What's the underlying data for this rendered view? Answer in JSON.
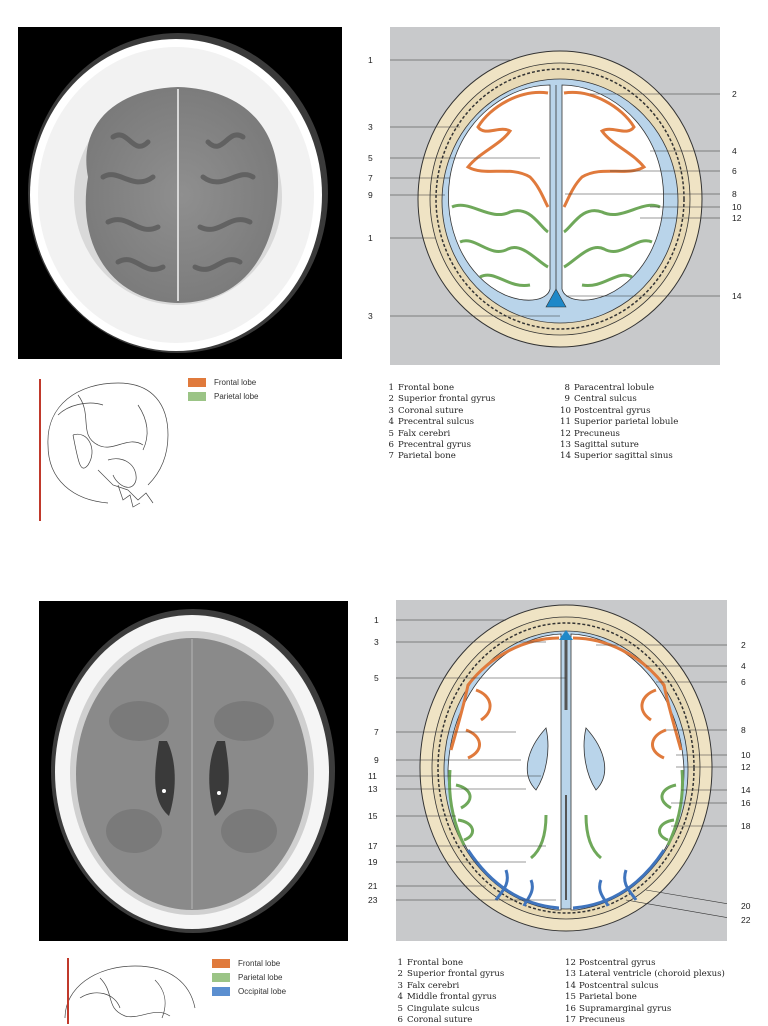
{
  "panel1": {
    "legend": [
      {
        "label": "Frontal lobe",
        "color": "#e07a3c"
      },
      {
        "label": "Parietal lobe",
        "color": "#9bc486"
      }
    ],
    "left_numbers": [
      "1",
      "3",
      "5",
      "7",
      "9",
      "1",
      "3"
    ],
    "right_numbers": [
      "2",
      "4",
      "6",
      "8",
      "10",
      "12",
      "14"
    ],
    "labels_col1": [
      {
        "n": "1",
        "t": "Frontal bone"
      },
      {
        "n": "2",
        "t": "Superior frontal gyrus"
      },
      {
        "n": "3",
        "t": "Coronal suture"
      },
      {
        "n": "4",
        "t": "Precentral sulcus"
      },
      {
        "n": "5",
        "t": "Falx cerebri"
      },
      {
        "n": "6",
        "t": "Precentral gyrus"
      },
      {
        "n": "7",
        "t": "Parietal bone"
      }
    ],
    "labels_col2": [
      {
        "n": "8",
        "t": "Paracentral lobule"
      },
      {
        "n": "9",
        "t": "Central sulcus"
      },
      {
        "n": "10",
        "t": "Postcentral gyrus"
      },
      {
        "n": "11",
        "t": "Superior parietal lobule"
      },
      {
        "n": "12",
        "t": "Precuneus"
      },
      {
        "n": "13",
        "t": "Sagittal suture"
      },
      {
        "n": "14",
        "t": "Superior sagittal sinus"
      }
    ]
  },
  "panel2": {
    "legend": [
      {
        "label": "Frontal lobe",
        "color": "#e07a3c"
      },
      {
        "label": "Parietal lobe",
        "color": "#9bc486"
      },
      {
        "label": "Occipital lobe",
        "color": "#5b8fd0"
      }
    ],
    "left_numbers": [
      "1",
      "3",
      "5",
      "7",
      "9",
      "11",
      "13",
      "15",
      "17",
      "19",
      "21",
      "23"
    ],
    "right_numbers": [
      "2",
      "4",
      "6",
      "8",
      "10",
      "12",
      "14",
      "16",
      "18",
      "20",
      "22"
    ],
    "labels_col1": [
      {
        "n": "1",
        "t": "Frontal bone"
      },
      {
        "n": "2",
        "t": "Superior frontal gyrus"
      },
      {
        "n": "3",
        "t": "Falx cerebri"
      },
      {
        "n": "4",
        "t": "Middle frontal gyrus"
      },
      {
        "n": "5",
        "t": "Cingulate sulcus"
      },
      {
        "n": "6",
        "t": "Coronal suture"
      }
    ],
    "labels_col2": [
      {
        "n": "12",
        "t": "Postcentral gyrus"
      },
      {
        "n": "13",
        "t": "Lateral ventricle (choroid plexus)"
      },
      {
        "n": "14",
        "t": "Postcentral sulcus"
      },
      {
        "n": "15",
        "t": "Parietal bone"
      },
      {
        "n": "16",
        "t": "Supramarginal gyrus"
      },
      {
        "n": "17",
        "t": "Precuneus"
      }
    ]
  },
  "colors": {
    "frontal": "#e07a3c",
    "parietal": "#9bc486",
    "occipital": "#5b8fd0",
    "csf": "#b9d4ea",
    "bone": "#efe3c4",
    "diagram_bg": "#c8c9cb",
    "marker": "#c0392b"
  }
}
